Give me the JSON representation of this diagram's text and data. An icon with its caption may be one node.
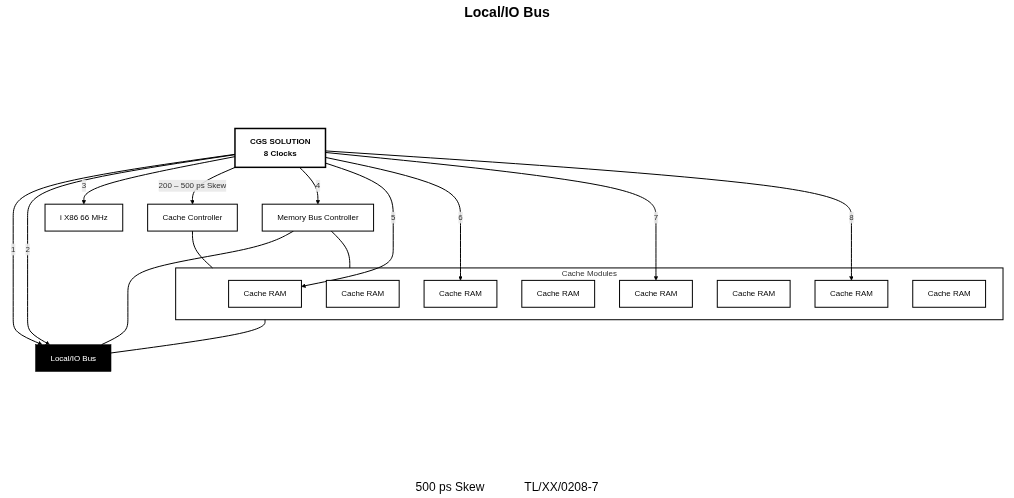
{
  "diagram": {
    "title": "Local/IO Bus",
    "nodes": [
      {
        "text": [
          "CGS SOLUTION",
          "8 Clocks"
        ]
      },
      {
        "text": [
          "i X86 66 MHz"
        ]
      },
      {
        "text": [
          "Cache Controller"
        ]
      },
      {
        "text": [
          "Memory Bus Controller"
        ]
      },
      {
        "text": [
          "Cache Modules"
        ]
      },
      {
        "text": [
          "Cache RAM"
        ],
        "in": 4
      },
      {
        "text": [
          "Cache RAM"
        ],
        "in": 4
      },
      {
        "text": [
          "Cache RAM"
        ],
        "in": 4
      },
      {
        "text": [
          "Cache RAM"
        ],
        "in": 4
      },
      {
        "text": [
          "Cache RAM"
        ],
        "in": 4
      },
      {
        "text": [
          "Cache RAM"
        ],
        "in": 4
      },
      {
        "text": [
          "Cache RAM"
        ],
        "in": 4
      },
      {
        "text": [
          "Cache RAM"
        ],
        "in": 4
      },
      {
        "text": [
          "Local/IO Bus"
        ]
      }
    ],
    "edges": [
      {
        "from": 0,
        "to": 13,
        "arrow": "to",
        "label": "1"
      },
      {
        "from": 0,
        "to": 13,
        "arrow": "to",
        "label": "2"
      },
      {
        "from": 0,
        "to": 1,
        "arrow": "to",
        "label": "3"
      },
      {
        "from": 0,
        "to": 2,
        "arrow": "to",
        "label": "200 – 500 ps Skew"
      },
      {
        "from": 0,
        "to": 3,
        "arrow": "to",
        "label": "4"
      },
      {
        "from": 0,
        "to": 5,
        "arrow": "to",
        "label": "5"
      },
      {
        "from": 0,
        "to": 7,
        "arrow": "to",
        "label": "6"
      },
      {
        "from": 0,
        "to": 9,
        "arrow": "to",
        "label": "7"
      },
      {
        "from": 0,
        "to": 11,
        "arrow": "to",
        "label": "8"
      },
      {
        "from": 2,
        "to": 4,
        "arrow": "none"
      },
      {
        "from": 3,
        "to": 4,
        "arrow": "none"
      },
      {
        "from": 3,
        "to": 13,
        "arrow": "none"
      },
      {
        "from": 4,
        "to": 13,
        "arrow": "none"
      }
    ],
    "labels": [
      "500 ps Skew",
      "TL/XX/0208-7"
    ]
  }
}
